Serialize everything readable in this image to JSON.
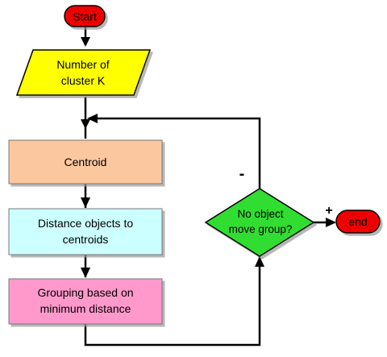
{
  "flowchart": {
    "start_label": "Start",
    "input_label": [
      "Number of",
      "cluster K"
    ],
    "centroid_label": "Centroid",
    "distance_label": [
      "Distance objects to",
      "centroids"
    ],
    "grouping_label": [
      "Grouping based on",
      "minimum distance"
    ],
    "decision_label": [
      "No object",
      "move group?"
    ],
    "end_label": "end",
    "no_branch_label": "-",
    "yes_branch_label": "+"
  },
  "colors": {
    "terminal_fill": "#ee0000",
    "input_fill": "#ffff00",
    "centroid_fill": "#fbc79f",
    "distance_fill": "#ccffff",
    "grouping_fill": "#ff99cc",
    "decision_fill": "#33dd33",
    "line": "#000000"
  }
}
